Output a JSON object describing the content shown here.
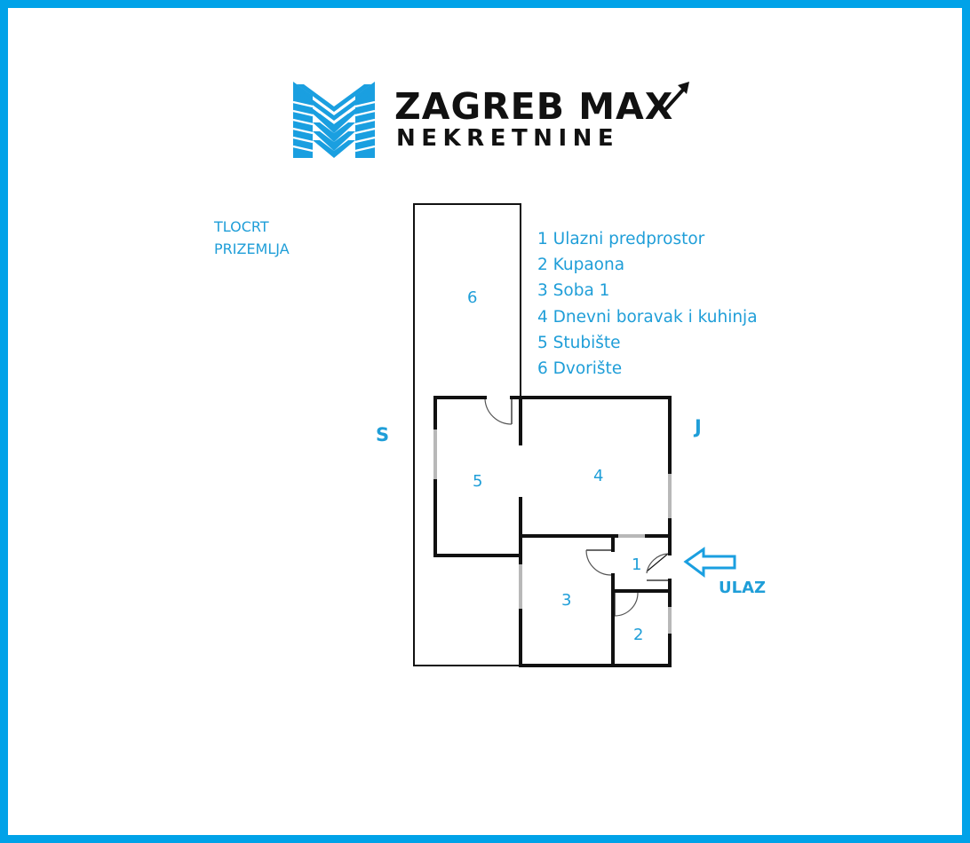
{
  "logo": {
    "brand": "ZAGREB MAX",
    "subtitle": "NEKRETNINE",
    "icon": "stylized-m-logo",
    "accent_color": "#00a2e8"
  },
  "plan": {
    "title_line1": "TLOCRT",
    "title_line2": "PRIZEMLJA"
  },
  "legend": [
    "1 Ulazni predprostor",
    "2 Kupaona",
    "3 Soba 1",
    "4 Dnevni boravak i kuhinja",
    "5 Stubište",
    "6 Dvorište"
  ],
  "compass": {
    "left": "S",
    "right": "J"
  },
  "entrance": {
    "label": "ULAZ",
    "icon": "arrow-left-icon"
  },
  "rooms": {
    "r1": "1",
    "r2": "2",
    "r3": "3",
    "r4": "4",
    "r5": "5",
    "r6": "6"
  },
  "colors": {
    "frame": "#00a2e8",
    "text": "#1f9ed8",
    "walls": "#111111",
    "windows": "#b8b8b8"
  }
}
